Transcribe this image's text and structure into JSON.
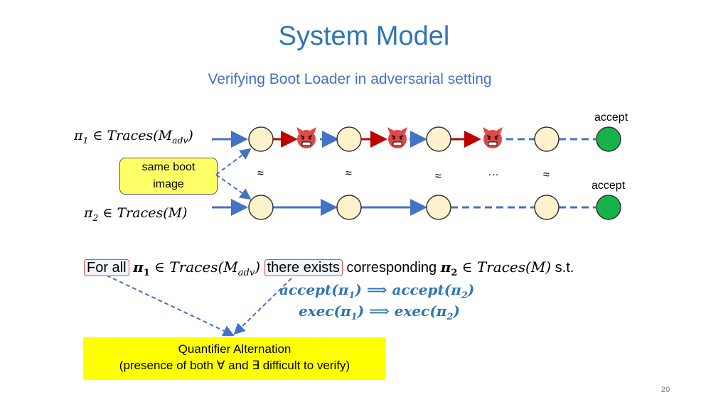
{
  "slide": {
    "title": "System Model",
    "subtitle": "Verifying Boot Loader in adversarial setting",
    "page_number": "20"
  },
  "diagram": {
    "trace1": {
      "symbol": "π",
      "sub": "1",
      "relation": " ∈ Traces(M",
      "model_sub": "adv",
      "close": ")"
    },
    "trace2": {
      "symbol": "π",
      "sub": "2",
      "relation": " ∈ Traces(M)"
    },
    "boot_box": "same boot image",
    "accept_top": "accept",
    "accept_bottom": "accept",
    "approx_symbol": "≈",
    "ellipsis": "…",
    "colors": {
      "state_fill": "#fdf2cc",
      "accept_fill": "#16b34a",
      "edge_adv": "#c00000",
      "edge_normal": "#4472c4",
      "adversary_face": "#e04848"
    }
  },
  "statement": {
    "for_all": "For all",
    "pi1": "π",
    "pi1_sub": "1",
    "in_traces_madv": " ∈ Traces(M",
    "adv": "adv",
    "close_paren": ")",
    "there_exists": "there exists",
    "corresponding": " corresponding ",
    "pi2": "π",
    "pi2_sub": "2",
    "in_traces_m": " ∈ Traces(M)",
    "st": " s.t.",
    "line2_left": "accept(π",
    "line2_left_sub": "1",
    "line2_mid": ") ⟹ accept(π",
    "line2_right_sub": "2",
    "line2_end": ")",
    "line3_left": "exec(π",
    "line3_left_sub": "1",
    "line3_mid": ") ⟹ exec(π",
    "line3_right_sub": "2",
    "line3_end": ")"
  },
  "callout": {
    "line1": "Quantifier Alternation",
    "line2": "(presence of both ∀ and ∃ difficult to verify)"
  }
}
